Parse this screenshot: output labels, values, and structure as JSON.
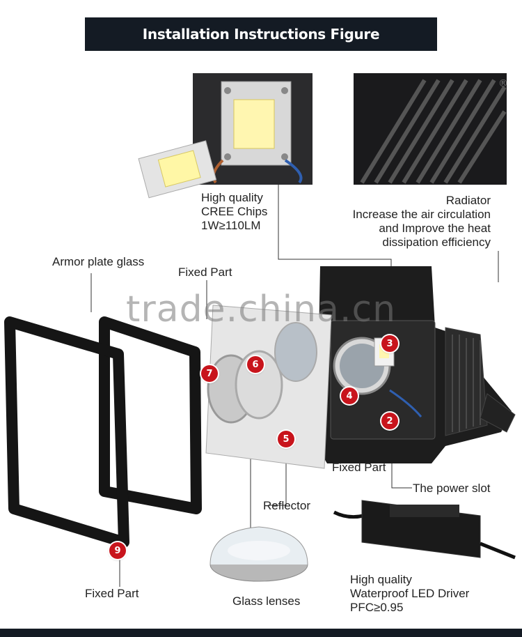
{
  "title": "Installation Instructions Figure",
  "watermark": "trade.china.cn",
  "labels": {
    "chips": [
      "High quality",
      "CREE Chips",
      "1W≥110LM"
    ],
    "radiator": [
      "Radiator",
      "Increase the air circulation",
      "and Improve the heat",
      "dissipation efficiency"
    ],
    "armor_glass": "Armor plate glass",
    "fixed_part_top": "Fixed Part",
    "fixed_part_mid": "Fixed Part",
    "power_slot": "The power slot",
    "reflector": "Reflector",
    "fixed_part_bottom": "Fixed Part",
    "glass_lenses": "Glass lenses",
    "driver": [
      "High quality",
      "Waterproof LED Driver",
      "PFC≥0.95"
    ]
  },
  "badges": [
    "2",
    "3",
    "4",
    "5",
    "6",
    "7",
    "9"
  ],
  "colors": {
    "title_bg": "#141b24",
    "badge": "#c8141c",
    "housing": "#1d1d1d"
  }
}
